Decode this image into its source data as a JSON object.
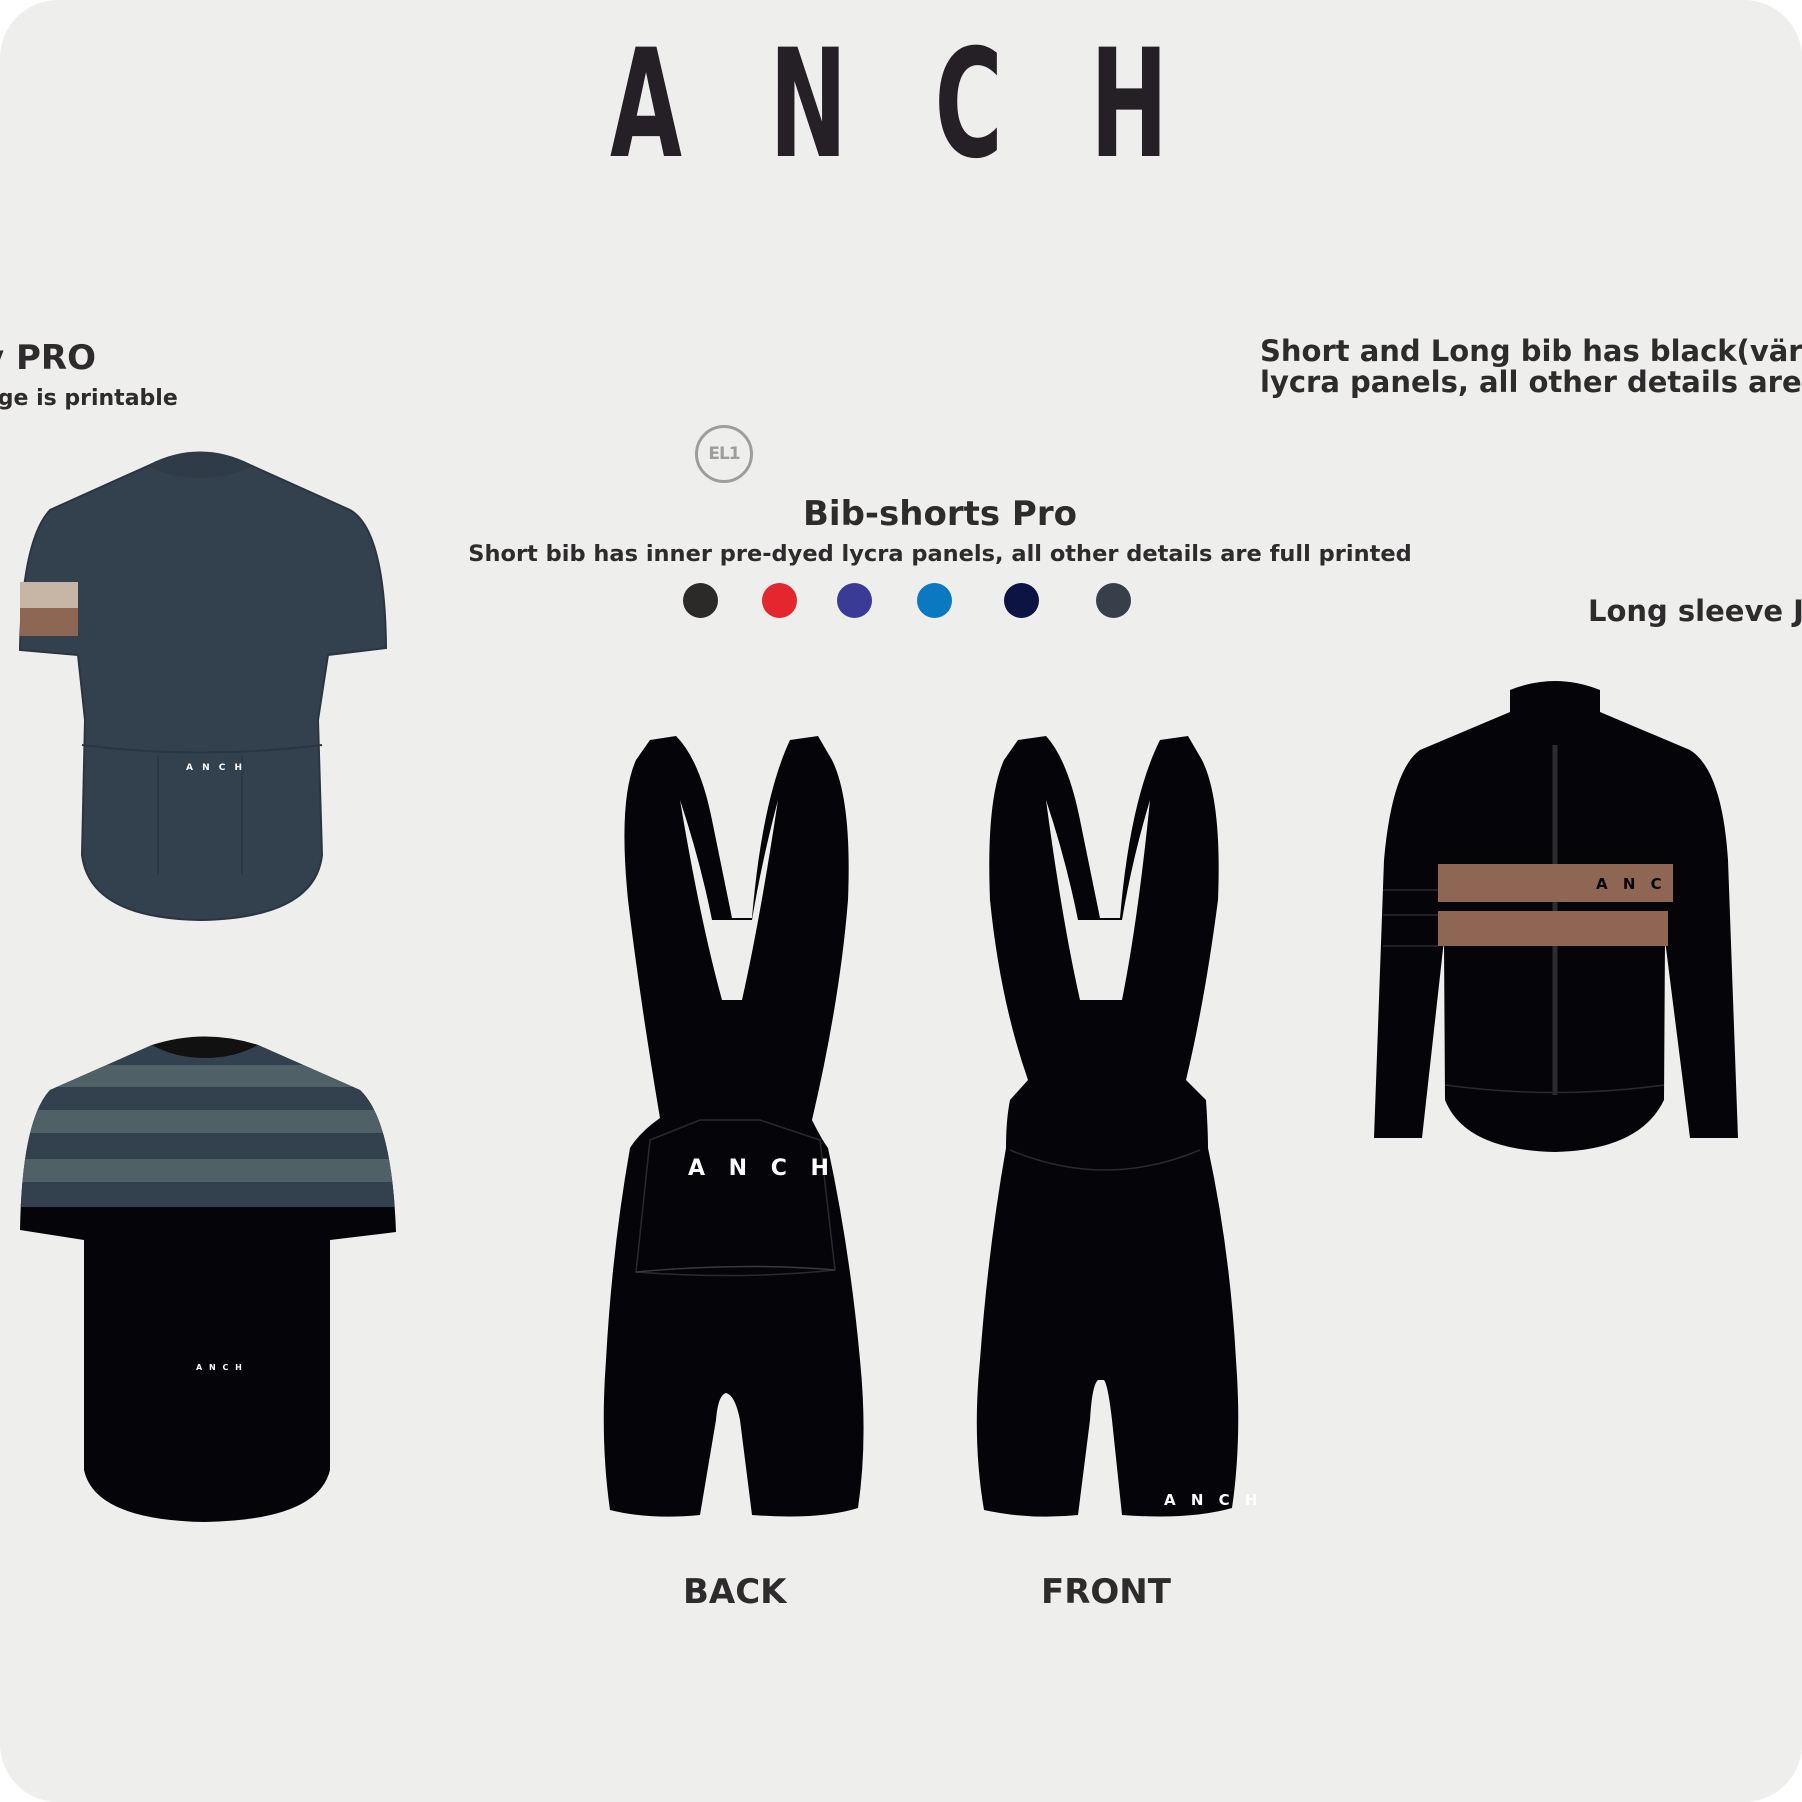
{
  "brand": {
    "letters": [
      "A",
      "N",
      "C",
      "H"
    ]
  },
  "jersey_pro": {
    "title": "y PRO",
    "subtitle": "dge is printable"
  },
  "bib_note": {
    "line1": "Short and Long bib has black(vär",
    "line2": "lycra panels, all other details are"
  },
  "badge": {
    "label": "EL1"
  },
  "bib_shorts": {
    "title": "Bib-shorts Pro",
    "subtitle": "Short bib has inner pre-dyed lycra panels, all other details are full printed",
    "swatches": [
      "#2b2a29",
      "#e4262f",
      "#3a3b96",
      "#0b78c2",
      "#0b1443",
      "#373f4b"
    ]
  },
  "long_sleeve": {
    "title": "Long sleeve J"
  },
  "views": {
    "back": "BACK",
    "front": "FRONT"
  },
  "garment_logo": "A N C H"
}
